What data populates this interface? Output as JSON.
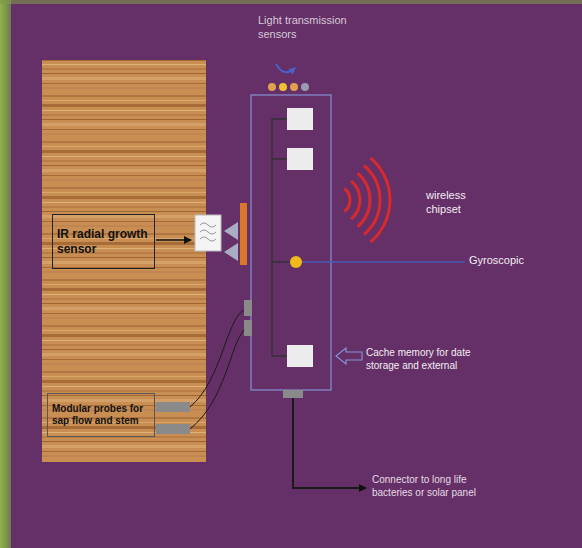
{
  "diagram": {
    "nodes": [
      {
        "text": [
          "IR radial growth sensor"
        ]
      },
      {
        "text": [
          "Modular probes for sap flow and stem"
        ]
      }
    ],
    "labels": [
      "Light transmission sensors",
      "wireless chipset",
      "Gyroscopic",
      "Cache memory for date storage and external",
      "Connector to long life bacteries or solar panel"
    ]
  }
}
